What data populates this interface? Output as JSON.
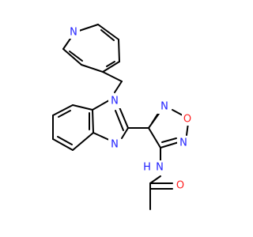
{
  "molecule": {
    "atoms": {
      "pyridine_n": {
        "label": "N",
        "color": "#1f1fff"
      },
      "benzimidazole_n1": {
        "label": "N",
        "color": "#1f1fff"
      },
      "benzimidazole_n3": {
        "label": "N",
        "color": "#1f1fff"
      },
      "oxadiazole_n2": {
        "label": "N",
        "color": "#1f1fff"
      },
      "oxadiazole_o": {
        "label": "O",
        "color": "#ff1f1f"
      },
      "oxadiazole_n5": {
        "label": "N",
        "color": "#1f1fff"
      },
      "amide_n": {
        "label": "N",
        "color": "#1f1fff"
      },
      "amide_h": {
        "label": "H",
        "color": "#1f1fff"
      },
      "carbonyl_o": {
        "label": "O",
        "color": "#ff1f1f"
      }
    },
    "bond_color": "#000000"
  }
}
